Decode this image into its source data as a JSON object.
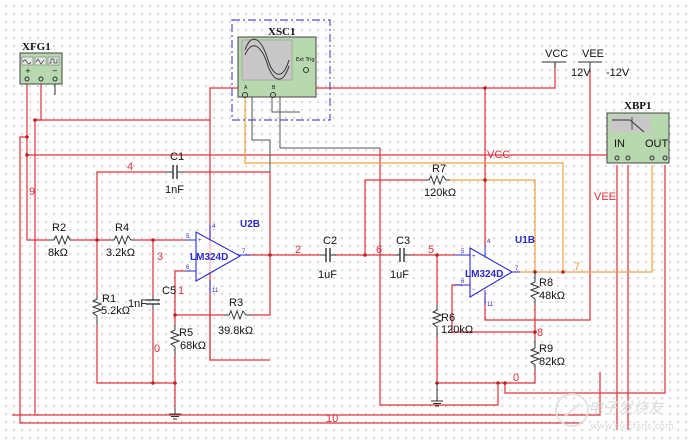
{
  "app": "Multisim schematic",
  "colors": {
    "wire_red": "#e0303a",
    "wire_orange": "#f0a040",
    "component_blue": "#2a2ad0",
    "instrument_green": "#b8d8b0",
    "instrument_screen": "#c8c8c8"
  },
  "instruments": {
    "function_generator": {
      "ref": "XFG1",
      "terminals": [
        "+",
        "",
        "−"
      ],
      "wave_buttons": [
        "sine",
        "triangle",
        "square"
      ]
    },
    "oscilloscope": {
      "ref": "XSC1",
      "channel_a": "A",
      "channel_b": "B",
      "ext_trig": "Ext Trig"
    },
    "bode_plotter": {
      "ref": "XBP1",
      "in_label": "IN",
      "out_label": "OUT",
      "terminals": [
        "+",
        "−",
        "+",
        "−"
      ]
    }
  },
  "power": {
    "vcc": {
      "name": "VCC",
      "value": "12V"
    },
    "vee": {
      "name": "VEE",
      "value": "-12V"
    }
  },
  "opamps": [
    {
      "ref": "U2B",
      "part": "LM324D",
      "pins": {
        "plus": "5",
        "minus": "6",
        "out": "7",
        "vpos": "4",
        "vneg": "11"
      }
    },
    {
      "ref": "U1B",
      "part": "LM324D",
      "pins": {
        "plus": "5",
        "minus": "6",
        "out": "7",
        "vpos": "4",
        "vneg": "11"
      }
    }
  ],
  "resistors": [
    {
      "ref": "R1",
      "value": "5.2kΩ"
    },
    {
      "ref": "R2",
      "value": "8kΩ"
    },
    {
      "ref": "R3",
      "value": "39.8kΩ"
    },
    {
      "ref": "R4",
      "value": "3.2kΩ"
    },
    {
      "ref": "R5",
      "value": "68kΩ"
    },
    {
      "ref": "R6",
      "value": "120kΩ"
    },
    {
      "ref": "R7",
      "value": "120kΩ"
    },
    {
      "ref": "R8",
      "value": "48kΩ"
    },
    {
      "ref": "R9",
      "value": "82kΩ"
    }
  ],
  "capacitors": [
    {
      "ref": "C1",
      "value": "1nF"
    },
    {
      "ref": "C2",
      "value": "1uF"
    },
    {
      "ref": "C3",
      "value": "1uF"
    },
    {
      "ref": "C5",
      "value": "1nF"
    }
  ],
  "nets": {
    "n0a": "0",
    "n0b": "0",
    "n1": "1",
    "n2": "2",
    "n3": "3",
    "n4": "4",
    "n5": "5",
    "n6": "6",
    "n7": "7",
    "n8": "8",
    "n9": "9",
    "n10": "10",
    "vcc_wire": "VCC",
    "vee_wire": "VEE"
  },
  "watermark": {
    "cn": "电子发烧友",
    "url": "www.elecfans.com"
  }
}
